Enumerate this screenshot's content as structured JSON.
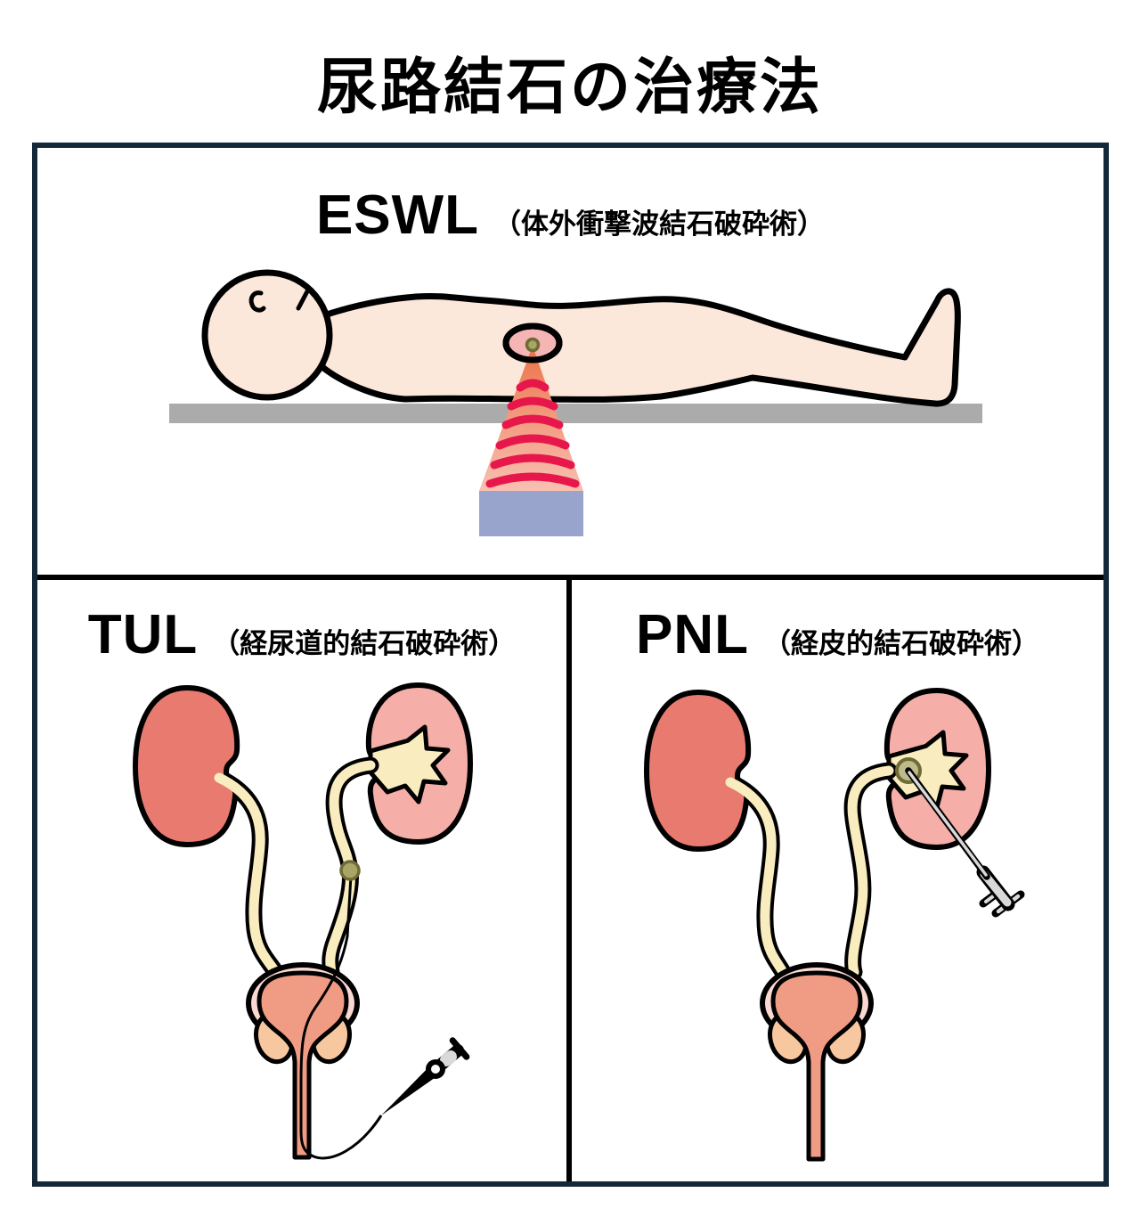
{
  "title": "尿路結石の治療法",
  "sections": {
    "eswl": {
      "acronym": "ESWL",
      "name_ja": "（体外衝撃波結石破砕術）"
    },
    "tul": {
      "acronym": "TUL",
      "name_ja": "（経尿道的結石破砕術）"
    },
    "pnl": {
      "acronym": "PNL",
      "name_ja": "（経皮的結石破砕術）"
    }
  },
  "colors": {
    "ink": "#000000",
    "frame": "#13293A",
    "skin": "#FCE8DA",
    "table": "#ABABAB",
    "focusEllipse": "#F6B5B5",
    "wave": "#E8174B",
    "coneTop": "#EB7248",
    "coneMid": "#F4A78F",
    "coneBottom": "#FBD7D1",
    "device": "#99A4CD",
    "kidneyDark": "#E87A70",
    "kidneyLight": "#F5AEA8",
    "cream": "#F9ECBE",
    "bladderRing": "#FBD9D2",
    "bladderInner": "#F09B84",
    "prostate": "#F7C89F",
    "stone": "#A9A566",
    "stoneBig": "#BFBA8C",
    "stoneEdge": "#6E6B35",
    "scopeGray": "#D9D9D9"
  }
}
